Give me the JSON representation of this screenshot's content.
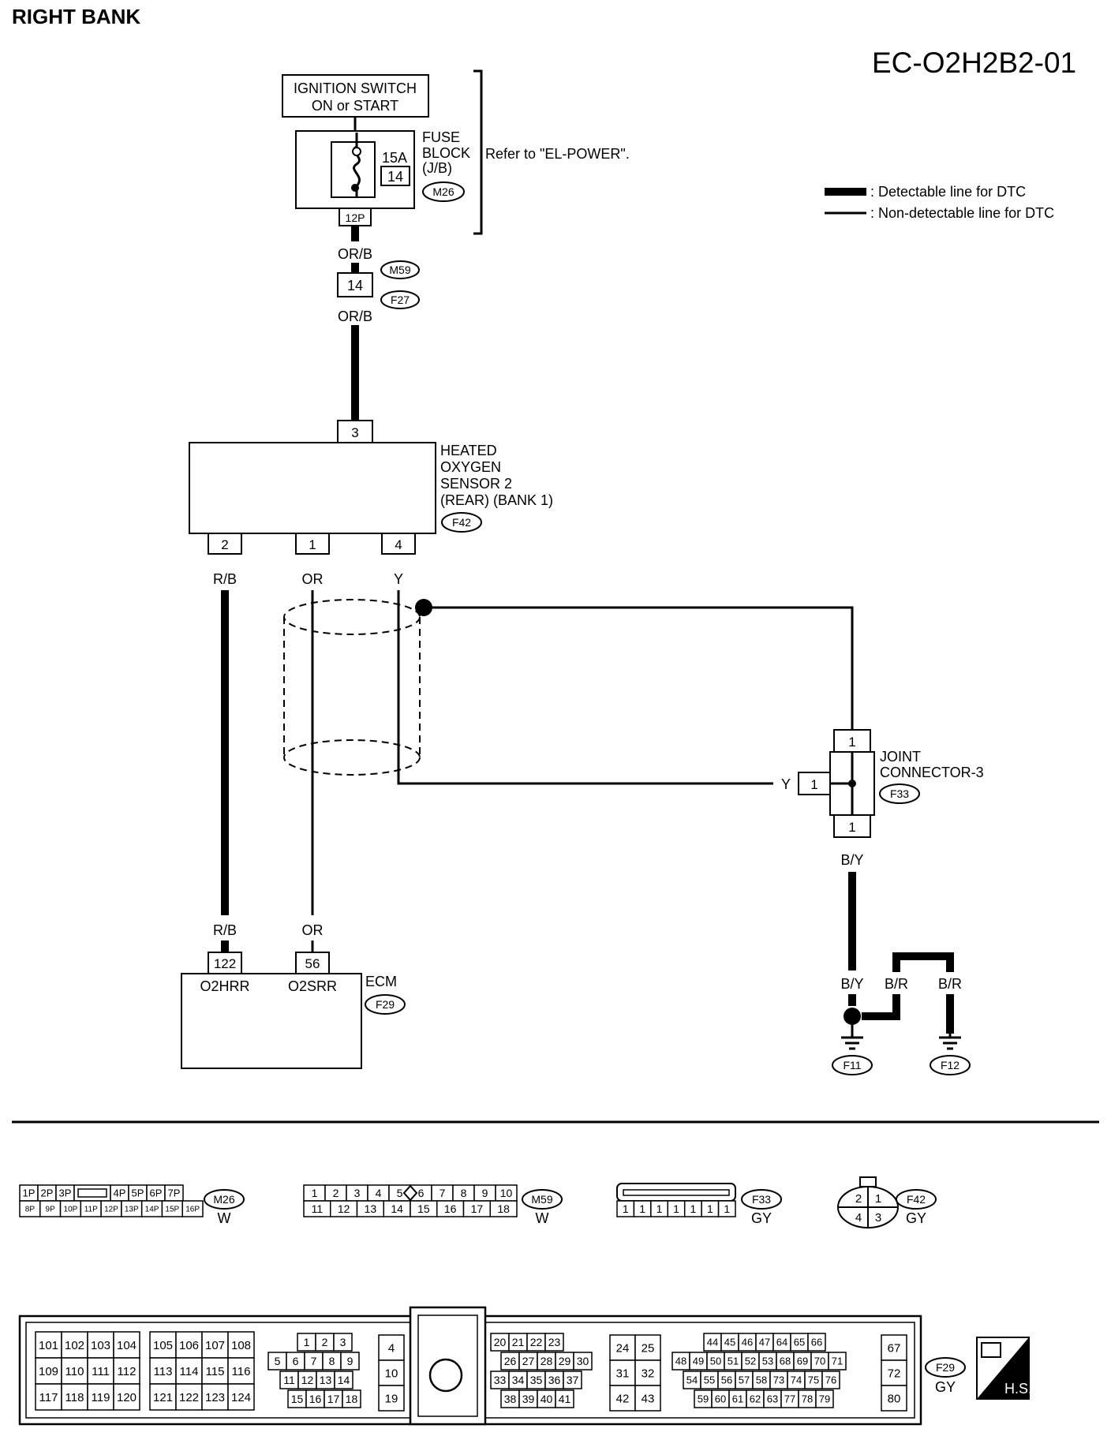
{
  "page": {
    "section_title": "RIGHT BANK",
    "diagram_code": "EC-O2H2B2-01"
  },
  "legend": {
    "detectable": ": Detectable line for DTC",
    "non_detectable": ": Non-detectable line for DTC"
  },
  "power": {
    "ignition_line1": "IGNITION SWITCH",
    "ignition_line2": "ON or START",
    "fuse_line1": "FUSE",
    "fuse_line2": "BLOCK",
    "fuse_line3": "(J/B)",
    "fuse_amp": "15A",
    "fuse_no": "14",
    "fuse_connector": "M26",
    "fuse_pin": "12P",
    "refer": "Refer to \"EL-POWER\"."
  },
  "inline_connector": {
    "wire_top": "OR/B",
    "pin": "14",
    "conn_a": "M59",
    "conn_b": "F27",
    "wire_bottom": "OR/B"
  },
  "sensor": {
    "line1": "HEATED",
    "line2": "OXYGEN",
    "line3": "SENSOR 2",
    "line4": "(REAR) (BANK 1)",
    "connector": "F42",
    "pin_top": "3",
    "pin_left": "2",
    "pin_mid": "1",
    "pin_right": "4",
    "wire_left": "R/B",
    "wire_mid": "OR",
    "wire_right": "Y"
  },
  "joint": {
    "line1": "JOINT",
    "line2": "CONNECTOR-3",
    "connector": "F33",
    "pin_top": "1",
    "pin_left": "1",
    "pin_bottom": "1",
    "wire_in": "Y",
    "wire_out": "B/Y"
  },
  "ecm": {
    "label": "ECM",
    "connector": "F29",
    "wire_left": "R/B",
    "wire_right": "OR",
    "pin_left": "122",
    "pin_right": "56",
    "term_left": "O2HRR",
    "term_right": "O2SRR"
  },
  "ground": {
    "wire_by": "B/Y",
    "wire_br1": "B/R",
    "wire_br2": "B/R",
    "g1": "F11",
    "g2": "F12"
  },
  "connector_views": {
    "m26": {
      "name": "M26",
      "color": "W",
      "top": [
        "1P",
        "2P",
        "3P",
        "",
        "4P",
        "5P",
        "6P",
        "7P"
      ],
      "bottom": [
        "8P",
        "9P",
        "10P",
        "11P",
        "12P",
        "13P",
        "14P",
        "15P",
        "16P"
      ]
    },
    "m59": {
      "name": "M59",
      "color": "W",
      "top": [
        "1",
        "2",
        "3",
        "4",
        "5",
        "6",
        "7",
        "8",
        "9",
        "10"
      ],
      "bottom": [
        "11",
        "12",
        "13",
        "14",
        "15",
        "16",
        "17",
        "18"
      ]
    },
    "f33": {
      "name": "F33",
      "color": "GY",
      "bottom": [
        "1",
        "1",
        "1",
        "1",
        "1",
        "1",
        "1"
      ]
    },
    "f42": {
      "name": "F42",
      "color": "GY",
      "pins": [
        "2",
        "1",
        "4",
        "3"
      ]
    },
    "f29": {
      "name": "F29",
      "color": "GY",
      "g1": [
        [
          "101",
          "102",
          "103",
          "104"
        ],
        [
          "109",
          "110",
          "111",
          "112"
        ],
        [
          "117",
          "118",
          "119",
          "120"
        ]
      ],
      "g2": [
        [
          "105",
          "106",
          "107",
          "108"
        ],
        [
          "113",
          "114",
          "115",
          "116"
        ],
        [
          "121",
          "122",
          "123",
          "124"
        ]
      ],
      "g3": [
        [
          "1",
          "2",
          "3"
        ],
        [
          "5",
          "6",
          "7",
          "8",
          "9"
        ],
        [
          "11",
          "12",
          "13",
          "14"
        ],
        [
          "15",
          "16",
          "17",
          "18"
        ]
      ],
      "g4": [
        "4",
        "10",
        "19"
      ],
      "g5": [
        [
          "20",
          "21",
          "22",
          "23"
        ],
        [
          "26",
          "27",
          "28",
          "29",
          "30"
        ],
        [
          "33",
          "34",
          "35",
          "36",
          "37"
        ],
        [
          "38",
          "39",
          "40",
          "41"
        ]
      ],
      "g6": [
        [
          "24",
          "25"
        ],
        [
          "31",
          "32"
        ],
        [
          "42",
          "43"
        ]
      ],
      "g7": [
        [
          "44",
          "45",
          "46",
          "47",
          "64",
          "65",
          "66"
        ],
        [
          "48",
          "49",
          "50",
          "51",
          "52",
          "53",
          "68",
          "69",
          "70",
          "71"
        ],
        [
          "54",
          "55",
          "56",
          "57",
          "58",
          "73",
          "74",
          "75",
          "76"
        ],
        [
          "59",
          "60",
          "61",
          "62",
          "63",
          "77",
          "78",
          "79"
        ]
      ],
      "g8": [
        "67",
        "72",
        "80"
      ]
    },
    "hs_label": "H.S."
  }
}
